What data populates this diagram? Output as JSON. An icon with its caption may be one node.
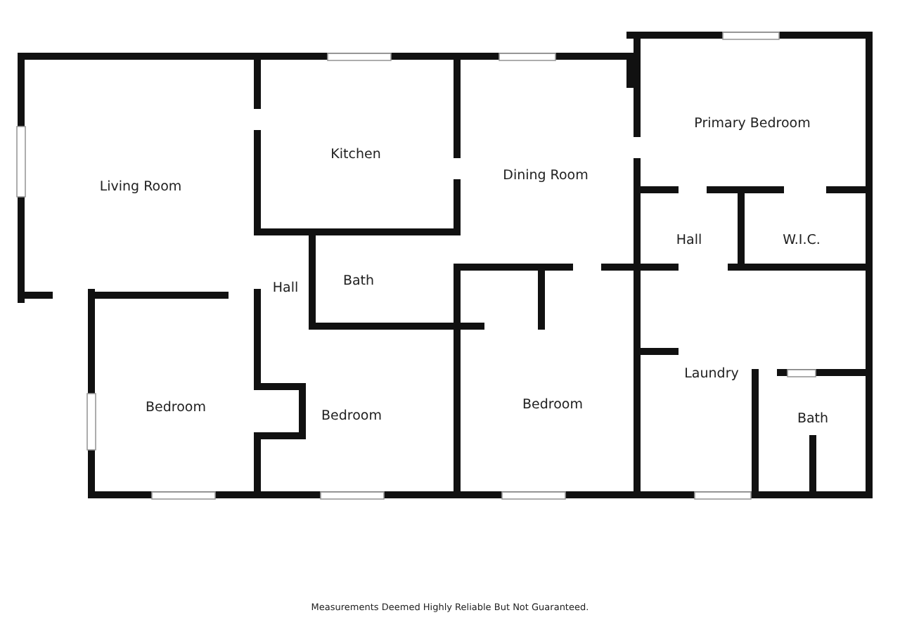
{
  "diagram": {
    "caption": "Measurements Deemed Highly Reliable But Not Guaranteed.",
    "labels": [
      "Primary Bedroom",
      "Kitchen",
      "Living Room",
      "Dining Room",
      "Hall",
      "W.I.C.",
      "Hall",
      "Bath",
      "Laundry",
      "Bedroom",
      "Bedroom",
      "Bedroom",
      "Bath"
    ]
  }
}
